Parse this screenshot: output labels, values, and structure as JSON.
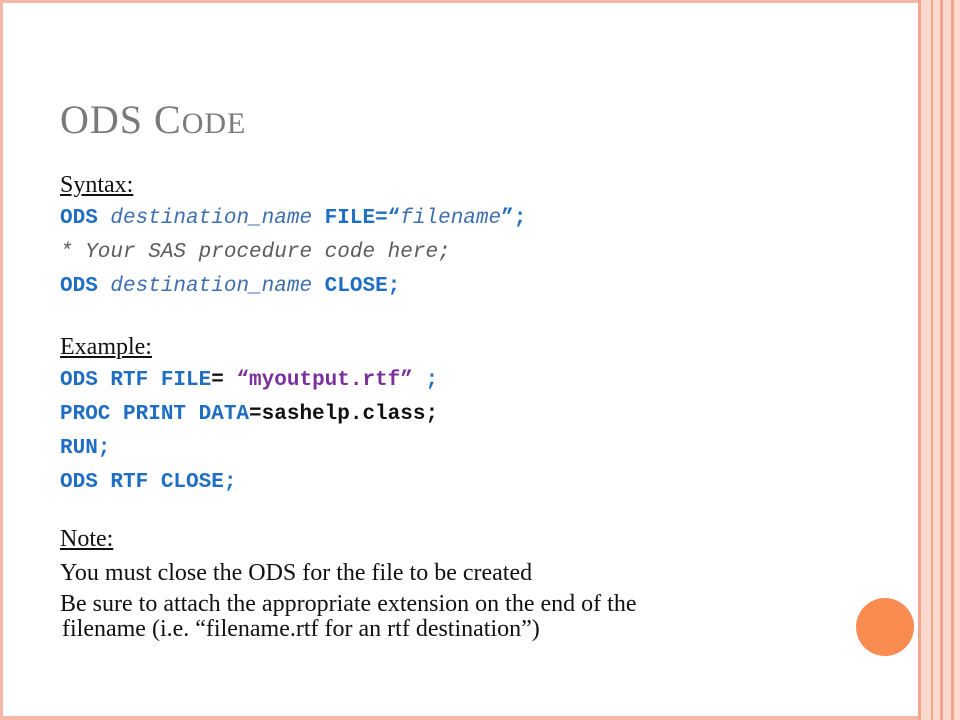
{
  "slide": {
    "title_first": "ODS ",
    "title_big_c": "C",
    "title_small": "ODE"
  },
  "syntax": {
    "heading": "Syntax:",
    "line1": {
      "ods": "ODS",
      "dest": "destination_name",
      "file": "FILE=“",
      "fname": "filename",
      "close_q": "”;"
    },
    "line2": "* Your SAS procedure code here;",
    "line3": {
      "ods": "ODS",
      "dest": "destination_name",
      "close": "CLOSE;"
    }
  },
  "example": {
    "heading": "Example:",
    "line1": {
      "kw": "ODS RTF FILE",
      "eq": "= ",
      "str": "“myoutput.rtf”",
      "end": " ;"
    },
    "line2": {
      "proc": "PROC PRINT DATA",
      "rest": "=sashelp.class;"
    },
    "line3": "RUN;",
    "line4": "ODS RTF CLOSE;"
  },
  "note": {
    "heading": "Note:",
    "line1": "You must close the ODS for the file to be created",
    "line2a": "Be sure to attach the appropriate extension on the end of the",
    "line2b": "filename (i.e. “filename.rtf for an rtf destination”)"
  },
  "colors": {
    "accent_orange": "#fa8c52",
    "border_pink": "#f6b7a6",
    "keyword_blue": "#1f6ec3",
    "string_purple": "#7b2f9e"
  }
}
